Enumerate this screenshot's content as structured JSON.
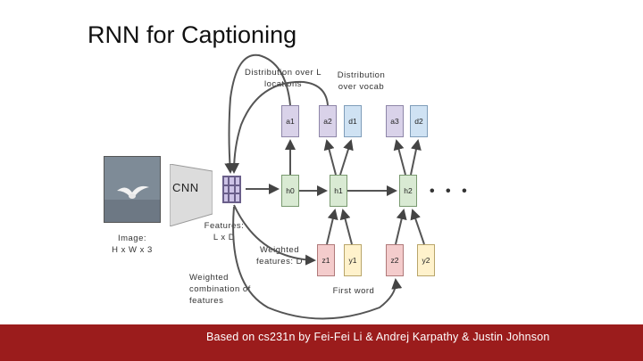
{
  "title": "RNN for Captioning",
  "labels": {
    "dist_L": "Distribution over L\nlocations",
    "dist_vocab": "Distribution\nover vocab",
    "image": "Image:\nH x W x 3",
    "cnn": "CNN",
    "features": "Features:\nL x D",
    "weighted_features": "Weighted\nfeatures: D",
    "weighted_combination": "Weighted\ncombination of\nfeatures",
    "first_word": "First word",
    "ellipsis": "• • •"
  },
  "nodes": {
    "a1": "a1",
    "a2": "a2",
    "d1": "d1",
    "a3": "a3",
    "d2": "d2",
    "h0": "h0",
    "h1": "h1",
    "h2": "h2",
    "z1": "z1",
    "y1": "y1",
    "z2": "z2",
    "y2": "y2"
  },
  "colors": {
    "attention": "#d9d2e9",
    "vocab": "#cfe2f3",
    "hidden": "#d9ead3",
    "context": "#f4cccc",
    "word": "#fff2cc",
    "footer": "#9b1c1c"
  },
  "footer": "Based on cs231n by Fei-Fei Li & Andrej Karpathy & Justin Johnson"
}
